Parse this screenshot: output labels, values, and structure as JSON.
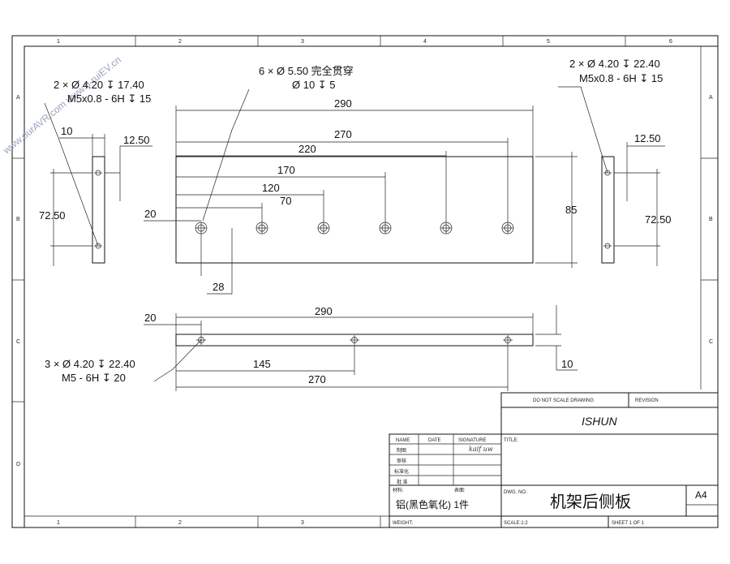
{
  "watermark": "www.ourAVR.com   www.o-ruiEV.cn",
  "zones": {
    "columns": [
      "1",
      "2",
      "3",
      "4",
      "5",
      "6"
    ],
    "rows": [
      "A",
      "B",
      "C",
      "D"
    ]
  },
  "front_view": {
    "callout_top": "6 × Ø 5.50 完全贯穿",
    "callout_top_2": "Ø 10 ↧ 5",
    "dims": {
      "w290": "290",
      "w270": "270",
      "w220": "220",
      "w170": "170",
      "w120": "120",
      "w70": "70",
      "left20": "20",
      "h85": "85",
      "bottom28": "28"
    }
  },
  "left_view": {
    "callout_1": "2 × Ø 4.20 ↧ 17.40",
    "callout_2": "M5x0.8 - 6H ↧ 15",
    "dims": {
      "w10": "10",
      "w12_5": "12.50",
      "h72_5": "72.50"
    }
  },
  "right_view": {
    "callout_1": "2 × Ø 4.20 ↧ 22.40",
    "callout_2": "M5x0.8 - 6H ↧ 15",
    "dims": {
      "w12_5": "12.50",
      "h72_5": "72.50"
    }
  },
  "bottom_view": {
    "callout_1": "3 × Ø 4.20 ↧ 22.40",
    "callout_2": "M5 - 6H ↧ 20",
    "dims": {
      "w290": "290",
      "left20": "20",
      "w145": "145",
      "w270": "270",
      "t10": "10"
    }
  },
  "title_block": {
    "do_not_scale": "DO NOT SCALE DRAWING",
    "revision": "REVISION",
    "company": "ISHUN",
    "title_label": "TITLE:",
    "headers": {
      "name": "NAME",
      "date": "DATE",
      "signature": "SIGNATURE"
    },
    "rows": [
      "制图",
      "审核",
      "标准化",
      "批 准"
    ],
    "signature": "kaif uw",
    "material_label": "材料:",
    "finish_label": "表面:",
    "material": "铝(黑色氧化) 1件",
    "dwg_no_label": "DWG. NO.",
    "part_name": "机架后侧板",
    "size": "A4",
    "weight_label": "WEIGHT:",
    "scale_label": "SCALE:1:2",
    "sheet_label": "SHEET 1 OF 1"
  }
}
